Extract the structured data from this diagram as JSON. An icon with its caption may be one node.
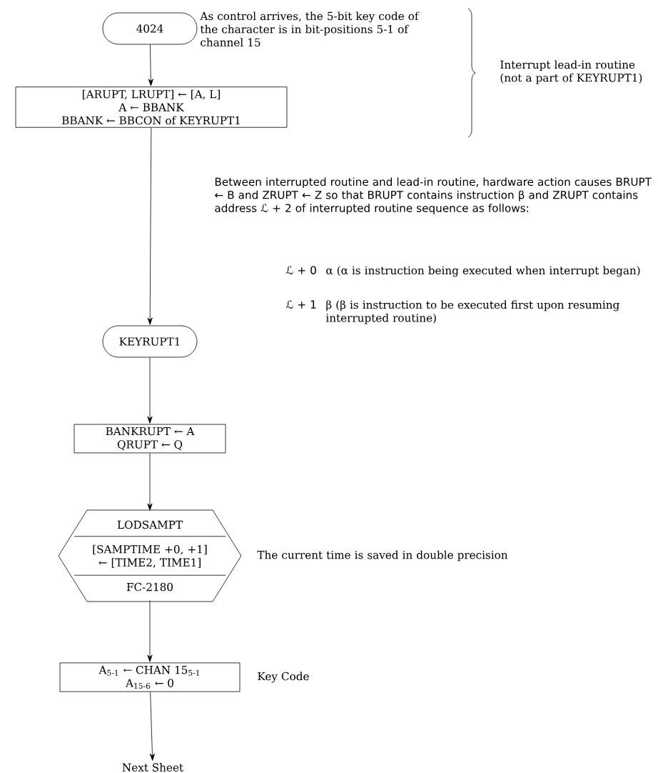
{
  "diagram": {
    "nodes": [
      {
        "text": [
          "4024"
        ],
        "beside": [
          "As control arrives, the 5-bit key code of the character is in bit-positions 5-1 of channel 15"
        ]
      },
      {
        "text": [
          "[ARUPT, LRUPT] ← [A, L]",
          "A ← BBANK",
          "BBANK ← BBCON of KEYRUPT1"
        ]
      },
      {
        "text": [
          "KEYRUPT1"
        ]
      },
      {
        "text": [
          "BANKRUPT ← A",
          "QRUPT ← Q"
        ]
      },
      {
        "text": [
          "LODSAMPT",
          "[SAMPTIME +0, +1] ← [TIME2, TIME1]",
          "FC-2180"
        ],
        "beside": [
          "The current time is saved in double precision"
        ]
      },
      {
        "text": [
          "A$_{5-1}$ ← CHAN 15$_{5-1}$",
          "A$_{15-6}$ ← 0"
        ],
        "beside": [
          "Key Code"
        ]
      },
      {
        "text": [
          "Next Sheet"
        ]
      }
    ],
    "edges": [
      {
        "from": 0,
        "to": 1,
        "arrow": "to"
      },
      {
        "from": 1,
        "to": 2,
        "arrow": "to"
      },
      {
        "from": 2,
        "to": 3,
        "arrow": "to"
      },
      {
        "from": 3,
        "to": 4,
        "arrow": "to"
      },
      {
        "from": 4,
        "to": 5,
        "arrow": "to"
      },
      {
        "from": 5,
        "to": 6,
        "arrow": "to"
      }
    ],
    "labels": [
      "Interrupt lead-in routine (not a part of KEYRUPT1)",
      "Between interrupted routine and lead-in routine, hardware action causes BRUPT ← B and ZRUPT ← Z so that BRUPT contains instruction β and ZRUPT contains address ℒ + 2 of interrupted routine sequence as follows:",
      "ℒ + 0",
      "α (α is instruction being executed when interrupt began)",
      "ℒ + 1",
      "β (β is instruction to be executed first upon resuming interrupted routine)"
    ]
  }
}
